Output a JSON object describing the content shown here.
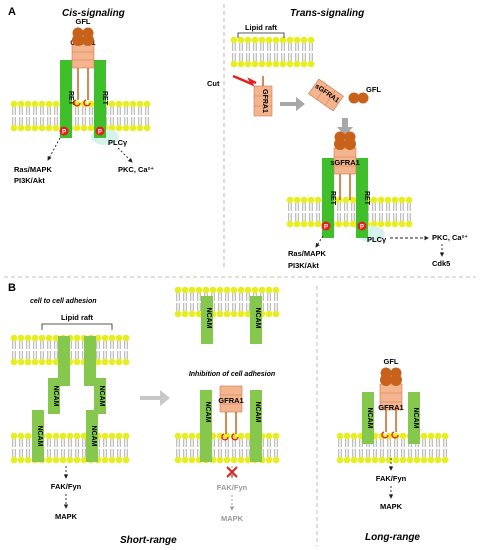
{
  "panels": {
    "a": {
      "letter": "A",
      "cis_title": "Cis-signaling",
      "trans_title": "Trans-signaling",
      "cis": {
        "gfl": "GFL",
        "gfra1": "GFRA1",
        "ret_left": "RET",
        "ret_right": "RET",
        "p": "P",
        "plc": "PLCγ",
        "out_left_1": "Ras/MAPK",
        "out_left_2": "PI3K/Akt",
        "out_right": "PKC, Ca²⁺"
      },
      "trans": {
        "lipid_raft": "Lipid raft",
        "cut": "Cut",
        "gfra1_cleaved": "GFRA1",
        "sgfra1_free": "sGFRA1",
        "gfl": "GFL",
        "sgfra1": "sGFRA1",
        "ret_left": "RET",
        "ret_right": "RET",
        "plc": "PLCγ",
        "out_left_1": "Ras/MAPK",
        "out_left_2": "PI3K/Akt",
        "out_right": "PKC, Ca²⁺",
        "out_right_2": "Cdk5"
      }
    },
    "b": {
      "letter": "B",
      "adhesion_title": "cell to cell adhesion",
      "lipid_raft": "Lipid raft",
      "ncam": "NCAM",
      "fak_fyn": "FAK/Fyn",
      "mapk": "MAPK",
      "inhibition_title": "Inhibition of cell adhesion",
      "gfra1": "GFRA1",
      "inhib_fak": "FAK/Fyn",
      "inhib_mapk": "MAPK",
      "short_range": "Short-range",
      "long_gfl": "GFL",
      "long_gfra1": "GFRA1",
      "long_fak": "FAK/Fyn",
      "long_mapk": "MAPK",
      "long_range": "Long-range"
    }
  },
  "colors": {
    "membrane_head": "#e8ee1e",
    "membrane_tail": "#b5b5b5",
    "ret": "#3fbf2a",
    "ncam": "#86c84e",
    "gfra": "#f4b48e",
    "gfl": "#c8621a",
    "p": "#e51e1e",
    "glow": "#d6f4ee"
  }
}
